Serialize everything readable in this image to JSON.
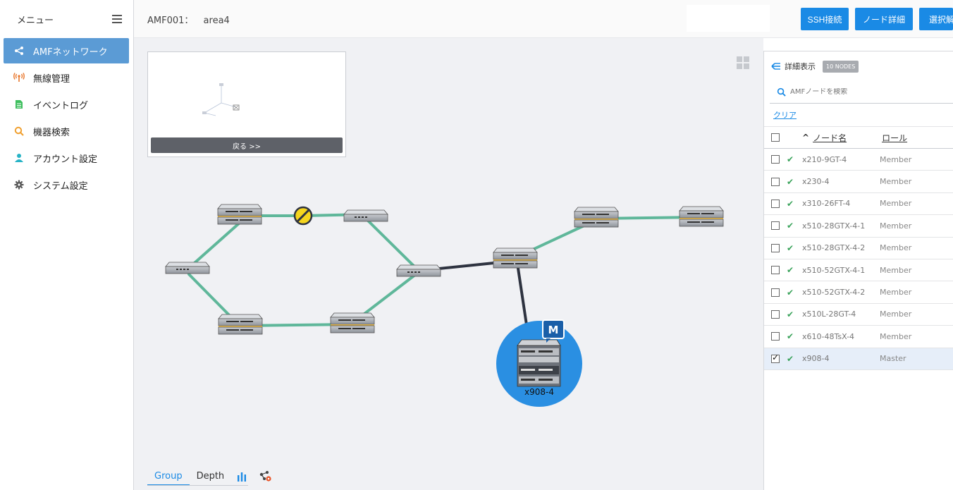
{
  "sidebar": {
    "title": "メニュー",
    "items": [
      {
        "label": "AMFネットワーク",
        "icon": "share-icon",
        "active": true
      },
      {
        "label": "無線管理",
        "icon": "wireless-icon"
      },
      {
        "label": "イベントログ",
        "icon": "document-icon"
      },
      {
        "label": "機器検索",
        "icon": "search-icon"
      },
      {
        "label": "アカウント設定",
        "icon": "user-icon"
      },
      {
        "label": "システム設定",
        "icon": "gear-icon"
      }
    ]
  },
  "topbar": {
    "crumb_prefix": "AMF001：",
    "crumb_area": "area4",
    "buttons": [
      "SSH接続",
      "ノード詳細",
      "選択解"
    ]
  },
  "map": {
    "minimap_back": "戻る >>",
    "master_badge": "M",
    "master_label": "x908-4",
    "tabs": [
      "Group",
      "Depth"
    ]
  },
  "panel": {
    "title": "詳細表示",
    "count_badge": "10 NODES",
    "search_placeholder": "AMFノードを検索",
    "clear": "クリア",
    "col_sort": "^",
    "col_name": "ノード名",
    "col_role": "ロール",
    "rows": [
      {
        "name": "x210-9GT-4",
        "role": "Member",
        "checked": false
      },
      {
        "name": "x230-4",
        "role": "Member",
        "checked": false
      },
      {
        "name": "x310-26FT-4",
        "role": "Member",
        "checked": false
      },
      {
        "name": "x510-28GTX-4-1",
        "role": "Member",
        "checked": false
      },
      {
        "name": "x510-28GTX-4-2",
        "role": "Member",
        "checked": false
      },
      {
        "name": "x510-52GTX-4-1",
        "role": "Member",
        "checked": false
      },
      {
        "name": "x510-52GTX-4-2",
        "role": "Member",
        "checked": false
      },
      {
        "name": "x510L-28GT-4",
        "role": "Member",
        "checked": false
      },
      {
        "name": "x610-48TsX-4",
        "role": "Member",
        "checked": false
      },
      {
        "name": "x908-4",
        "role": "Master",
        "checked": true
      }
    ]
  },
  "colors": {
    "accent": "#1a8ae5",
    "active_nav": "#5b9bd5",
    "link_green": "#5fb79a",
    "link_dark": "#2e3340",
    "ok_check": "#3aa35b"
  }
}
